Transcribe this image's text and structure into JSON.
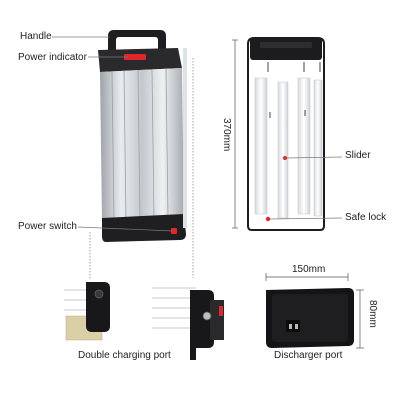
{
  "labels": {
    "handle": "Handle",
    "power_indicator": "Power indicator",
    "power_switch": "Power switch",
    "slider": "Slider",
    "safe_lock": "Safe lock",
    "double_charging_port": "Double charging port",
    "discharger_port": "Discharger port"
  },
  "dimensions": {
    "height": "370mm",
    "width": "150mm",
    "depth": "80mm"
  },
  "colors": {
    "marker": "#e0282c",
    "shell": "#c9cdd2",
    "case_black": "#1c1c1e"
  }
}
